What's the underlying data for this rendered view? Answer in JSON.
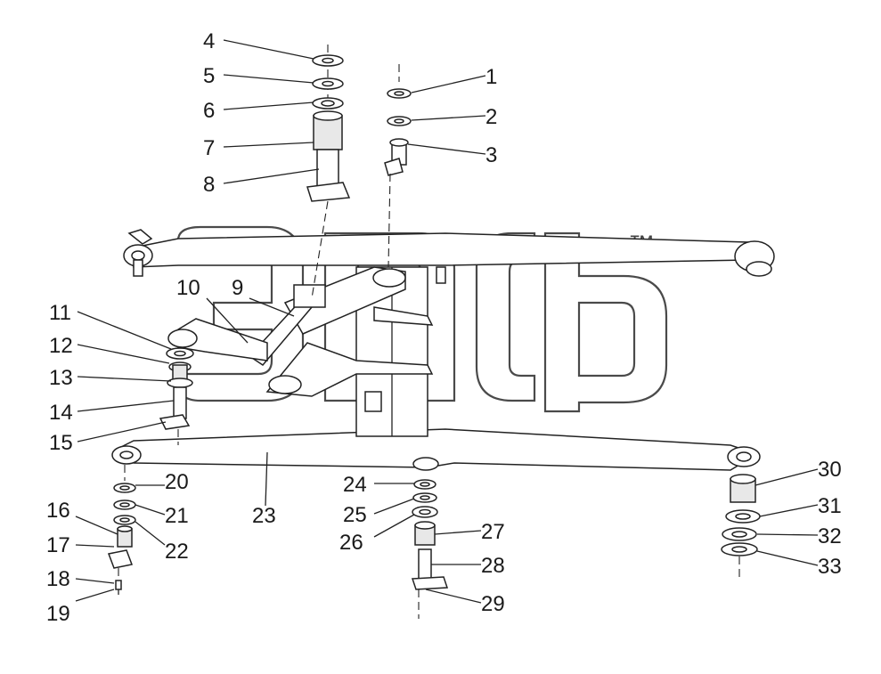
{
  "watermark": {
    "brand": "эпср",
    "trademark": "™"
  },
  "callouts": [
    {
      "label": "1"
    },
    {
      "label": "2"
    },
    {
      "label": "3"
    },
    {
      "label": "4"
    },
    {
      "label": "5"
    },
    {
      "label": "6"
    },
    {
      "label": "7"
    },
    {
      "label": "8"
    },
    {
      "label": "9"
    },
    {
      "label": "10"
    },
    {
      "label": "11"
    },
    {
      "label": "12"
    },
    {
      "label": "13"
    },
    {
      "label": "14"
    },
    {
      "label": "15"
    },
    {
      "label": "16"
    },
    {
      "label": "17"
    },
    {
      "label": "18"
    },
    {
      "label": "19"
    },
    {
      "label": "20"
    },
    {
      "label": "21"
    },
    {
      "label": "22"
    },
    {
      "label": "23"
    },
    {
      "label": "24"
    },
    {
      "label": "25"
    },
    {
      "label": "26"
    },
    {
      "label": "27"
    },
    {
      "label": "28"
    },
    {
      "label": "29"
    },
    {
      "label": "30"
    },
    {
      "label": "31"
    },
    {
      "label": "32"
    },
    {
      "label": "33"
    }
  ]
}
